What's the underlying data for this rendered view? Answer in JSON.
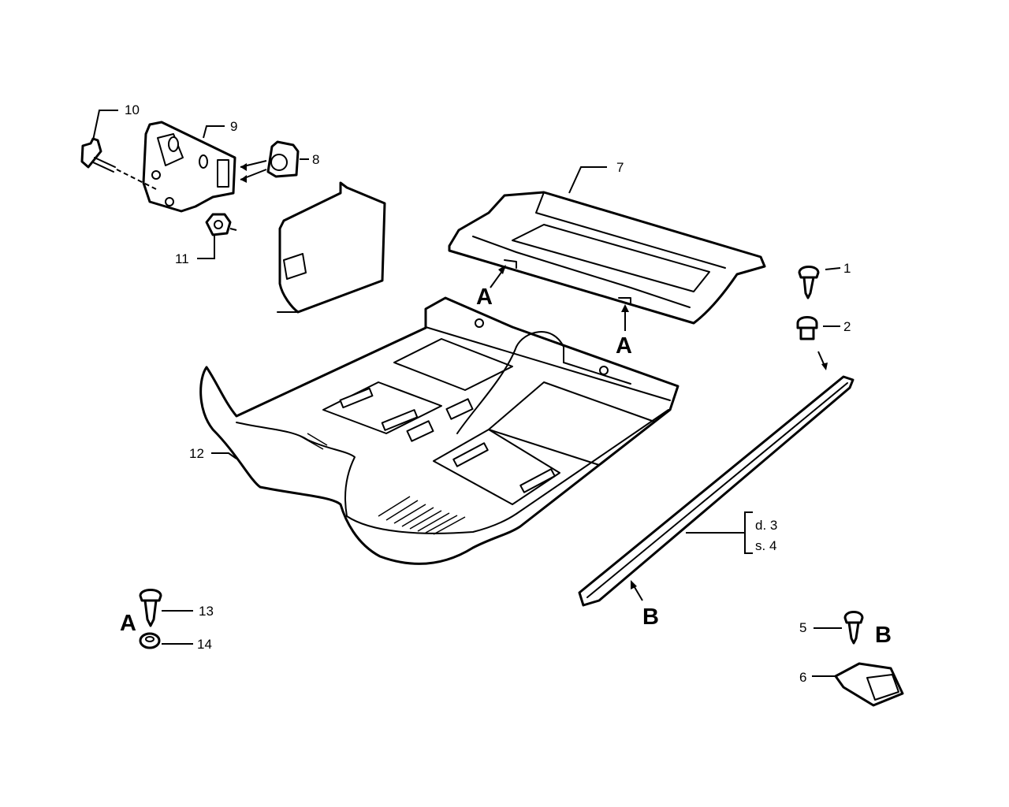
{
  "callouts": {
    "p1": "1",
    "p2": "2",
    "p3": "d. 3",
    "p4": "s. 4",
    "p5": "5",
    "p6": "6",
    "p7": "7",
    "p8": "8",
    "p9": "9",
    "p10": "10",
    "p11": "11",
    "p12": "12",
    "p13": "13",
    "p14": "14"
  },
  "refs": {
    "a_left": "A",
    "a_right": "A",
    "a_legend": "A",
    "b_rail": "B",
    "b_legend": "B"
  }
}
